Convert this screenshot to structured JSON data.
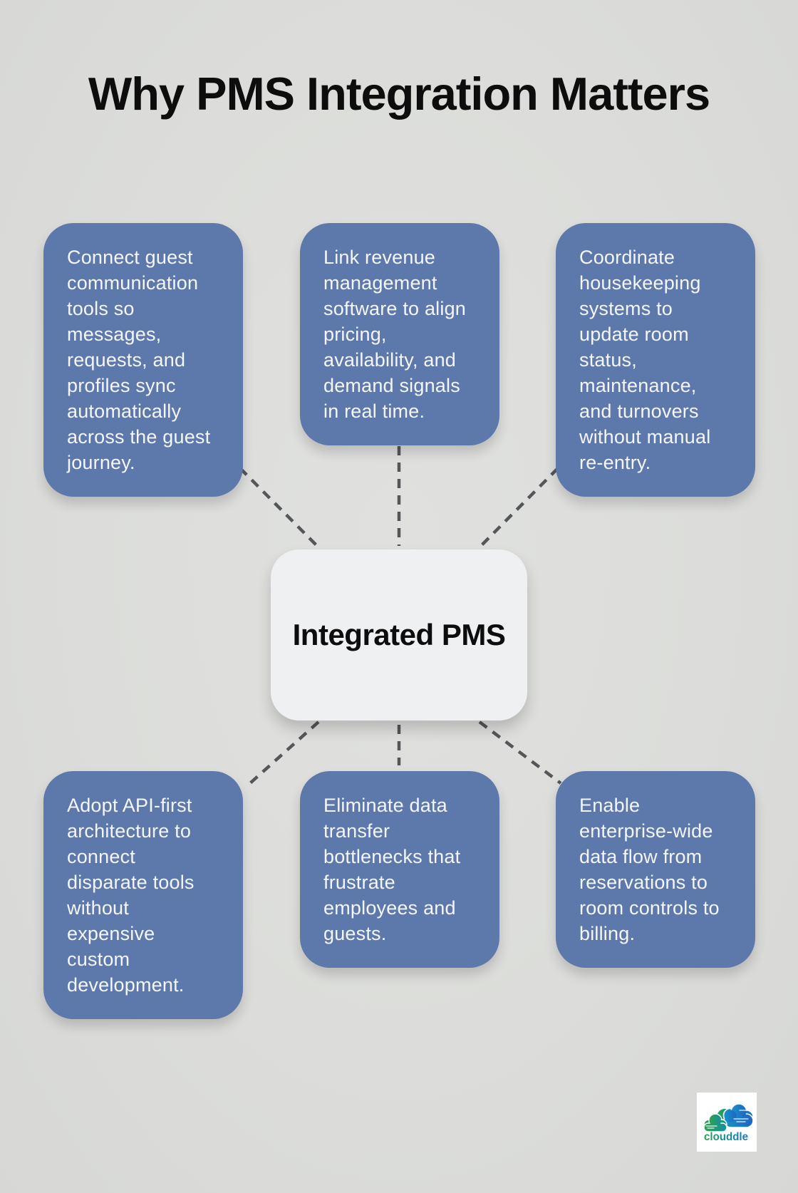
{
  "title": "Why PMS Integration Matters",
  "center": {
    "label": "Integrated PMS"
  },
  "nodes": [
    {
      "id": "guest-communication",
      "text": "Connect guest\ncommunication\ntools so\nmessages,\nrequests, and\nprofiles sync\nautomatically\nacross the guest\njourney."
    },
    {
      "id": "revenue-management",
      "text": "Link revenue\nmanagement\nsoftware to align\npricing,\navailability, and\ndemand signals\nin real time."
    },
    {
      "id": "housekeeping",
      "text": "Coordinate\nhousekeeping\nsystems to\nupdate room\nstatus,\nmaintenance,\nand turnovers\nwithout manual\nre-entry."
    },
    {
      "id": "api-first",
      "text": "Adopt API-first\narchitecture to\nconnect\ndisparate tools\nwithout\nexpensive\ncustom\ndevelopment."
    },
    {
      "id": "data-bottlenecks",
      "text": "Eliminate data\ntransfer\nbottlenecks that\nfrustrate\nemployees and\nguests."
    },
    {
      "id": "enterprise-data-flow",
      "text": "Enable\nenterprise-wide\ndata flow from\nreservations to\nroom controls to\nbilling."
    }
  ],
  "logo": {
    "text": "clouddle"
  },
  "colors": {
    "background": "#dcddda",
    "node_fill": "#5d79ac",
    "node_text": "#f4f6f9",
    "center_fill": "#eff0f2",
    "center_text": "#0d0d0d",
    "title_text": "#0d0d0d",
    "connector": "#55565a",
    "logo_green": "#2fa14c",
    "logo_teal": "#14919e",
    "logo_blue": "#1e78c8"
  }
}
